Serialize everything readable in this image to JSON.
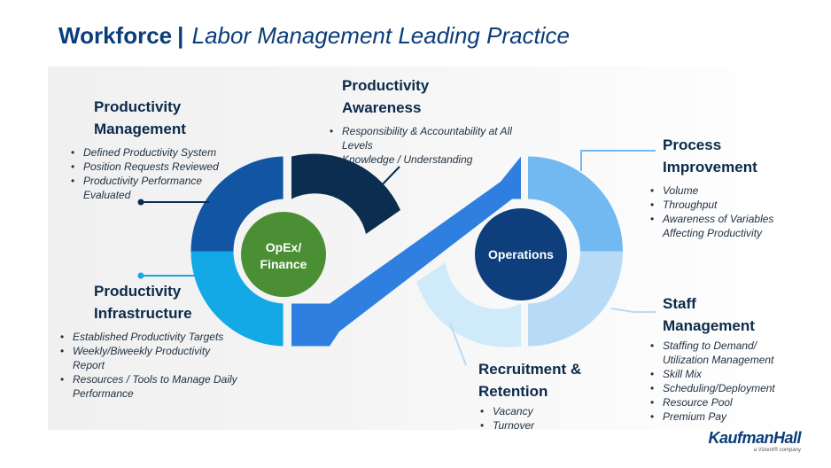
{
  "title": {
    "main": "Workforce",
    "separator": "|",
    "sub": "Labor Management Leading Practice"
  },
  "hubs": {
    "left": [
      "OpEx/",
      "Finance"
    ],
    "right": "Operations"
  },
  "sections": {
    "productivity_management": {
      "title": [
        "Productivity",
        "Management"
      ],
      "items": [
        "Defined Productivity System",
        "Position Requests Reviewed",
        "Productivity Performance Evaluated"
      ]
    },
    "productivity_awareness": {
      "title": [
        "Productivity",
        "Awareness"
      ],
      "items": [
        "Responsibility & Accountability at All Levels",
        "Knowledge / Understanding"
      ]
    },
    "process_improvement": {
      "title": [
        "Process",
        "Improvement"
      ],
      "items": [
        "Volume",
        "Throughput",
        "Awareness of Variables Affecting Productivity"
      ]
    },
    "productivity_infrastructure": {
      "title": [
        "Productivity",
        "Infrastructure"
      ],
      "items": [
        "Established Productivity Targets",
        "Weekly/Biweekly Productivity Report",
        "Resources / Tools to Manage Daily Performance"
      ]
    },
    "recruitment_retention": {
      "title": [
        "Recruitment &",
        "Retention"
      ],
      "items": [
        "Vacancy",
        "Turnover"
      ]
    },
    "staff_management": {
      "title": [
        "Staff",
        "Management"
      ],
      "items": [
        "Staffing to Demand/ Utilization Management",
        "Skill Mix",
        "Scheduling/Deployment",
        "Resource Pool",
        "Premium Pay"
      ]
    }
  },
  "logo": {
    "brand": "KaufmanHall",
    "tagline": "a Vizient® company"
  },
  "colors": {
    "dark_navy": "#0b2d4f",
    "navy": "#1255a3",
    "medium_blue": "#2f7fe0",
    "cyan": "#12a9e6",
    "light_blue": "#72b9f2",
    "pale_blue": "#b7dbf7",
    "hub_green": "#4b8f35",
    "hub_navy": "#0e3f7c"
  }
}
